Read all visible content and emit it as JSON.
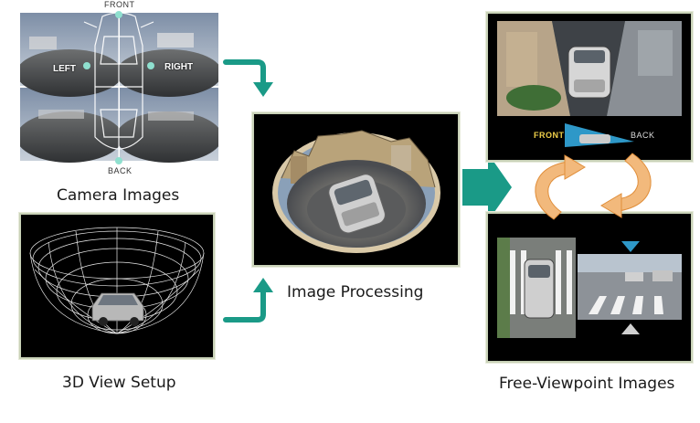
{
  "camera_images": {
    "caption": "Camera Images",
    "front_label": "FRONT",
    "back_label": "BACK",
    "left_label": "LEFT",
    "right_label": "RIGHT"
  },
  "view_setup": {
    "caption": "3D View Setup"
  },
  "processing": {
    "caption": "Image Processing"
  },
  "free_viewpoint": {
    "caption": "Free-Viewpoint Images",
    "front_label": "FRONT",
    "back_label": "BACK"
  },
  "colors": {
    "teal_arrow": "#1a9a87",
    "orange_cycle": "#f0a050",
    "panel_frame": "#c9d2b8"
  }
}
